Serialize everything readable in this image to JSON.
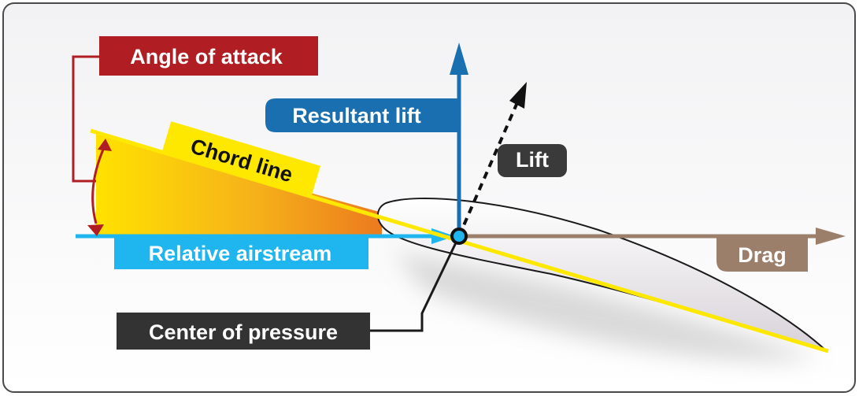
{
  "labels": {
    "angle_of_attack": "Angle of attack",
    "resultant_lift": "Resultant lift",
    "lift": "Lift",
    "chord_line": "Chord line",
    "relative_airstream": "Relative airstream",
    "drag": "Drag",
    "center_of_pressure": "Center of pressure"
  },
  "colors": {
    "angle_of_attack": "#b01e23",
    "resultant_lift": "#1a6fb0",
    "lift": "#3a3a3a",
    "chord_line": "#ffe800",
    "relative_airstream": "#1fb5ee",
    "drag": "#9c7f6a",
    "center_of_pressure": "#333333",
    "wedge_start": "#ffe000",
    "wedge_end": "#ee7d1e"
  }
}
